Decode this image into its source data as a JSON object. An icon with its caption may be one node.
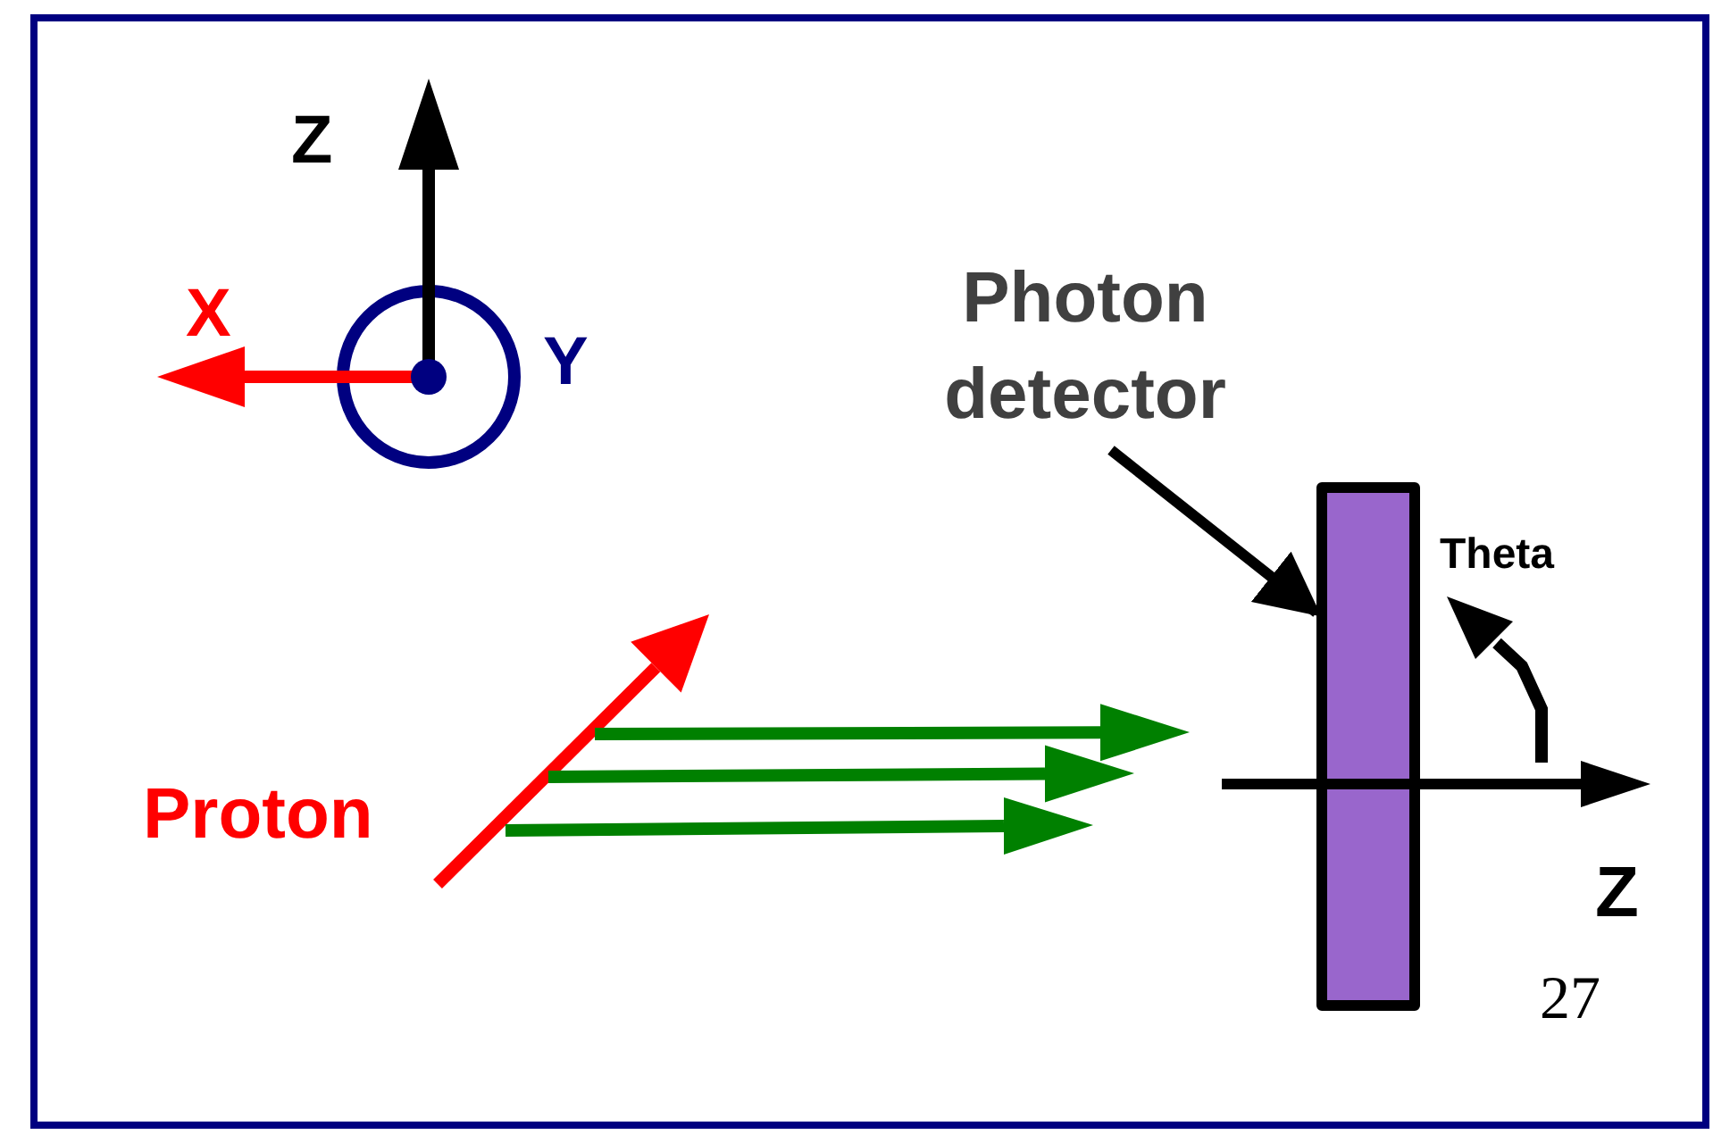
{
  "diagram": {
    "nodes": [
      {
        "text": [
          "Photon detector"
        ]
      },
      {
        "text": [],
        "shape": "bar"
      }
    ],
    "edges": [
      {
        "from": 0,
        "to": 1,
        "arrow": "to"
      }
    ],
    "labels": [
      "Z",
      "X",
      "Y",
      "Proton",
      "Theta",
      "Z",
      "27"
    ]
  }
}
